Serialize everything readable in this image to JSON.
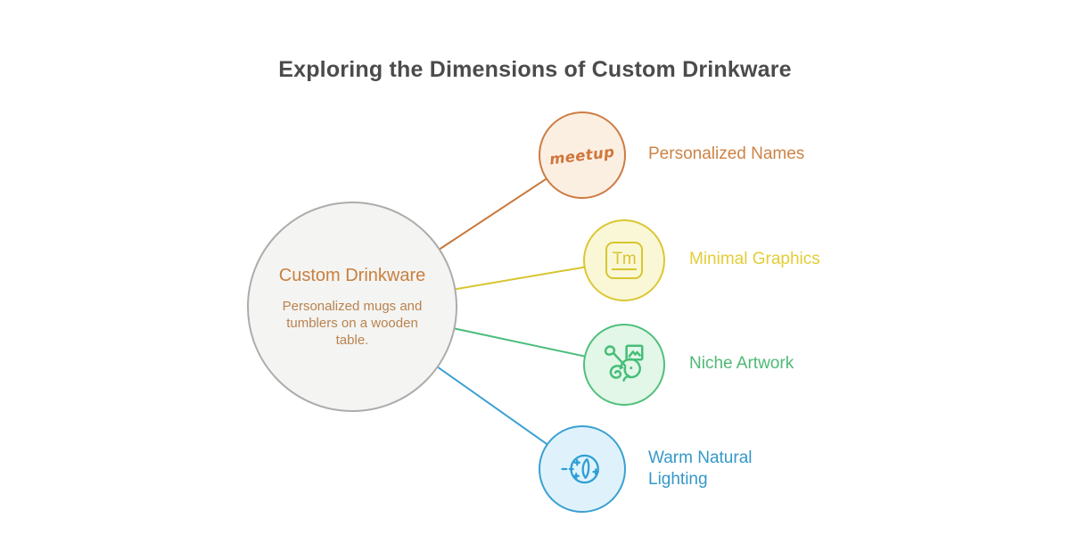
{
  "title": "Exploring the Dimensions of Custom Drinkware",
  "colors": {
    "background": "#ffffff",
    "title_text": "#4b4b4b"
  },
  "center_node": {
    "title": "Custom Drinkware",
    "description": "Personalized mugs and tumblers on a wooden table.",
    "fill": "#f4f4f2",
    "border": "#acacac",
    "title_color": "#c8803f",
    "description_color": "#b9834e"
  },
  "branches": [
    {
      "label": "Personalized Names",
      "icon": "meetup-script-logo",
      "icon_text": "meetup",
      "fill": "#fbefe2",
      "border": "#ce7b41",
      "line_color": "#c9783a",
      "label_color": "#ce8345",
      "icon_color": "#d0763b"
    },
    {
      "label": "Minimal Graphics",
      "icon": "tm-square-icon",
      "icon_text": "Tm",
      "fill": "#faf7d7",
      "border": "#dbc733",
      "line_color": "#d6c52e",
      "label_color": "#e3cd37",
      "icon_color": "#d8c530"
    },
    {
      "label": "Niche Artwork",
      "icon": "elephant-paintbrush-icon",
      "fill": "#e2f7e8",
      "border": "#50bf7c",
      "line_color": "#4cbd7c",
      "label_color": "#4eb976",
      "icon_color": "#46be78"
    },
    {
      "label": "Warm Natural Lighting",
      "icon": "moon-sparkles-icon",
      "fill": "#dff2fb",
      "border": "#3aa0d2",
      "line_color": "#3a9fd3",
      "label_color": "#3598c8",
      "icon_color": "#2e9fd4"
    }
  ]
}
